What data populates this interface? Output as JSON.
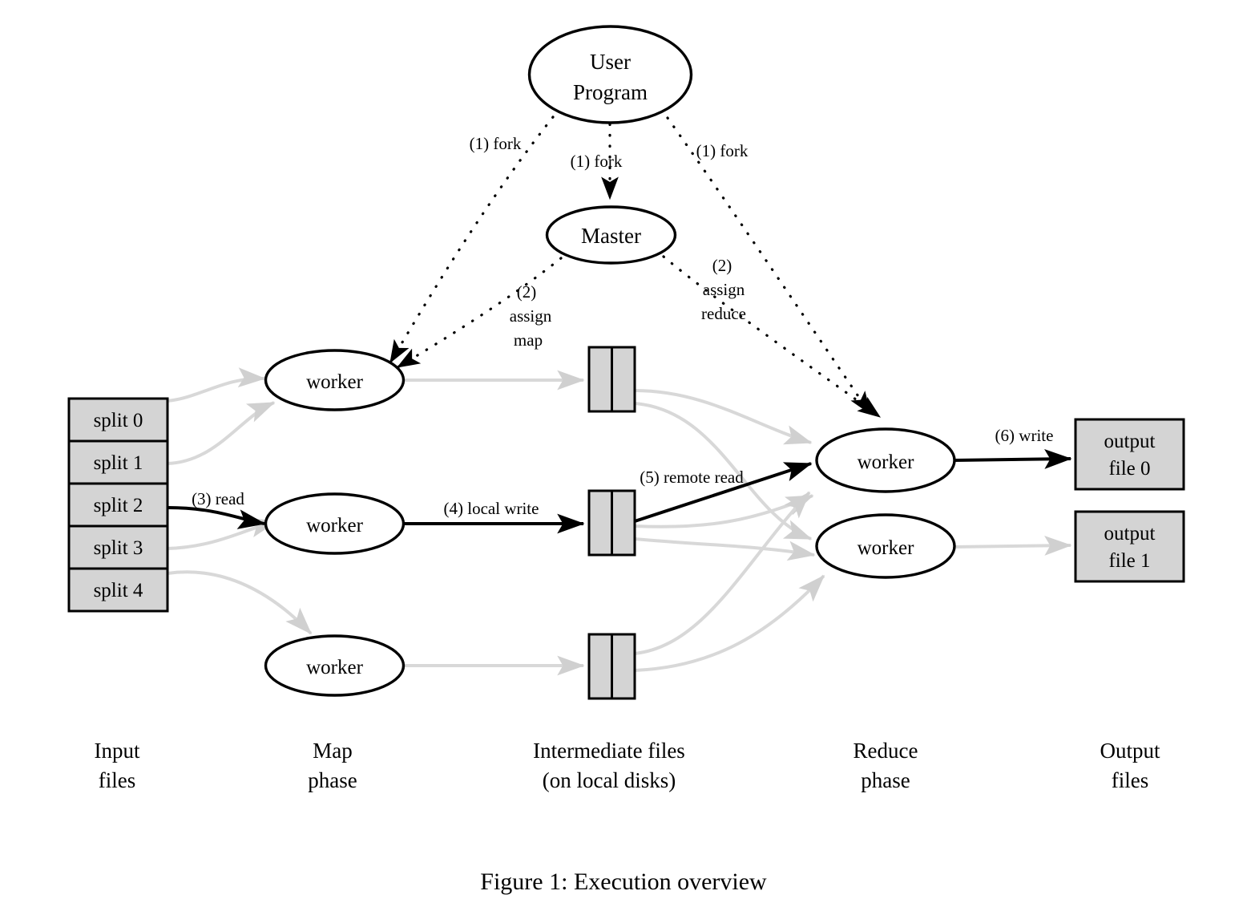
{
  "figure": {
    "caption": "Figure 1: Execution overview"
  },
  "nodes": {
    "user_program": {
      "line1": "User",
      "line2": "Program"
    },
    "master": {
      "label": "Master"
    },
    "map_workers": [
      {
        "label": "worker"
      },
      {
        "label": "worker"
      },
      {
        "label": "worker"
      }
    ],
    "reduce_workers": [
      {
        "label": "worker"
      },
      {
        "label": "worker"
      }
    ]
  },
  "input_files": {
    "splits": [
      "split 0",
      "split 1",
      "split 2",
      "split 3",
      "split 4"
    ]
  },
  "output_files": [
    {
      "line1": "output",
      "line2": "file 0"
    },
    {
      "line1": "output",
      "line2": "file 1"
    }
  ],
  "intermediate_files": {
    "count": 3,
    "partitions_per_file": 2
  },
  "step_labels": {
    "fork_left": "(1) fork",
    "fork_center": "(1) fork",
    "fork_right": "(1) fork",
    "assign_map_1": "(2)",
    "assign_map_2": "assign",
    "assign_map_3": "map",
    "assign_reduce_1": "(2)",
    "assign_reduce_2": "assign",
    "assign_reduce_3": "reduce",
    "read": "(3) read",
    "local_write": "(4) local write",
    "remote_read": "(5) remote read",
    "write": "(6) write"
  },
  "column_labels": [
    {
      "line1": "Input",
      "line2": "files"
    },
    {
      "line1": "Map",
      "line2": "phase"
    },
    {
      "line1": "Intermediate files",
      "line2": "(on local disks)"
    },
    {
      "line1": "Reduce",
      "line2": "phase"
    },
    {
      "line1": "Output",
      "line2": "files"
    }
  ],
  "colors": {
    "box_fill": "#d4d4d4",
    "stroke": "#000000",
    "gray_edge": "#d8d8d8",
    "background": "#ffffff"
  }
}
